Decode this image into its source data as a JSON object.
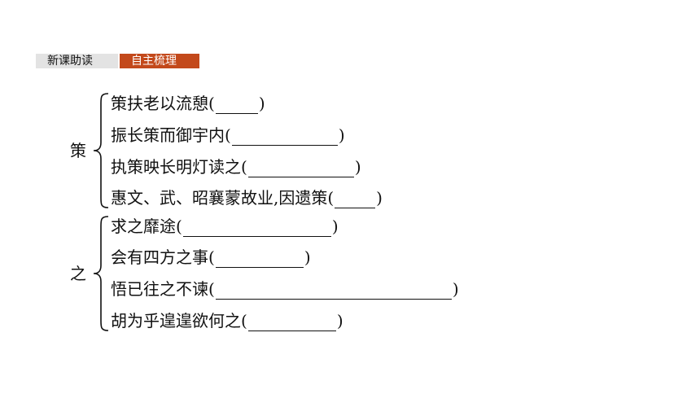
{
  "tabs": [
    "新课助读",
    "自主梳理"
  ],
  "groups": [
    {
      "label": "策",
      "items": [
        {
          "text": "策扶老以流憩",
          "open": "(",
          "close": ")"
        },
        {
          "text": "振长策而御宇内",
          "open": "(",
          "close": ")"
        },
        {
          "text": "执策映长明灯读之",
          "open": "(",
          "close": ")"
        },
        {
          "text": "惠文、武、昭襄蒙故业,因遗策",
          "open": "(",
          "close": ")"
        }
      ]
    },
    {
      "label": "之",
      "items": [
        {
          "text": "求之靡途",
          "open": "(",
          "close": ")"
        },
        {
          "text": "会有四方之事",
          "open": "(",
          "close": ")"
        },
        {
          "text": "悟已往之不谏",
          "open": "(",
          "close": ")"
        },
        {
          "text": "胡为乎遑遑欲何之",
          "open": "(",
          "close": ")"
        }
      ]
    }
  ]
}
